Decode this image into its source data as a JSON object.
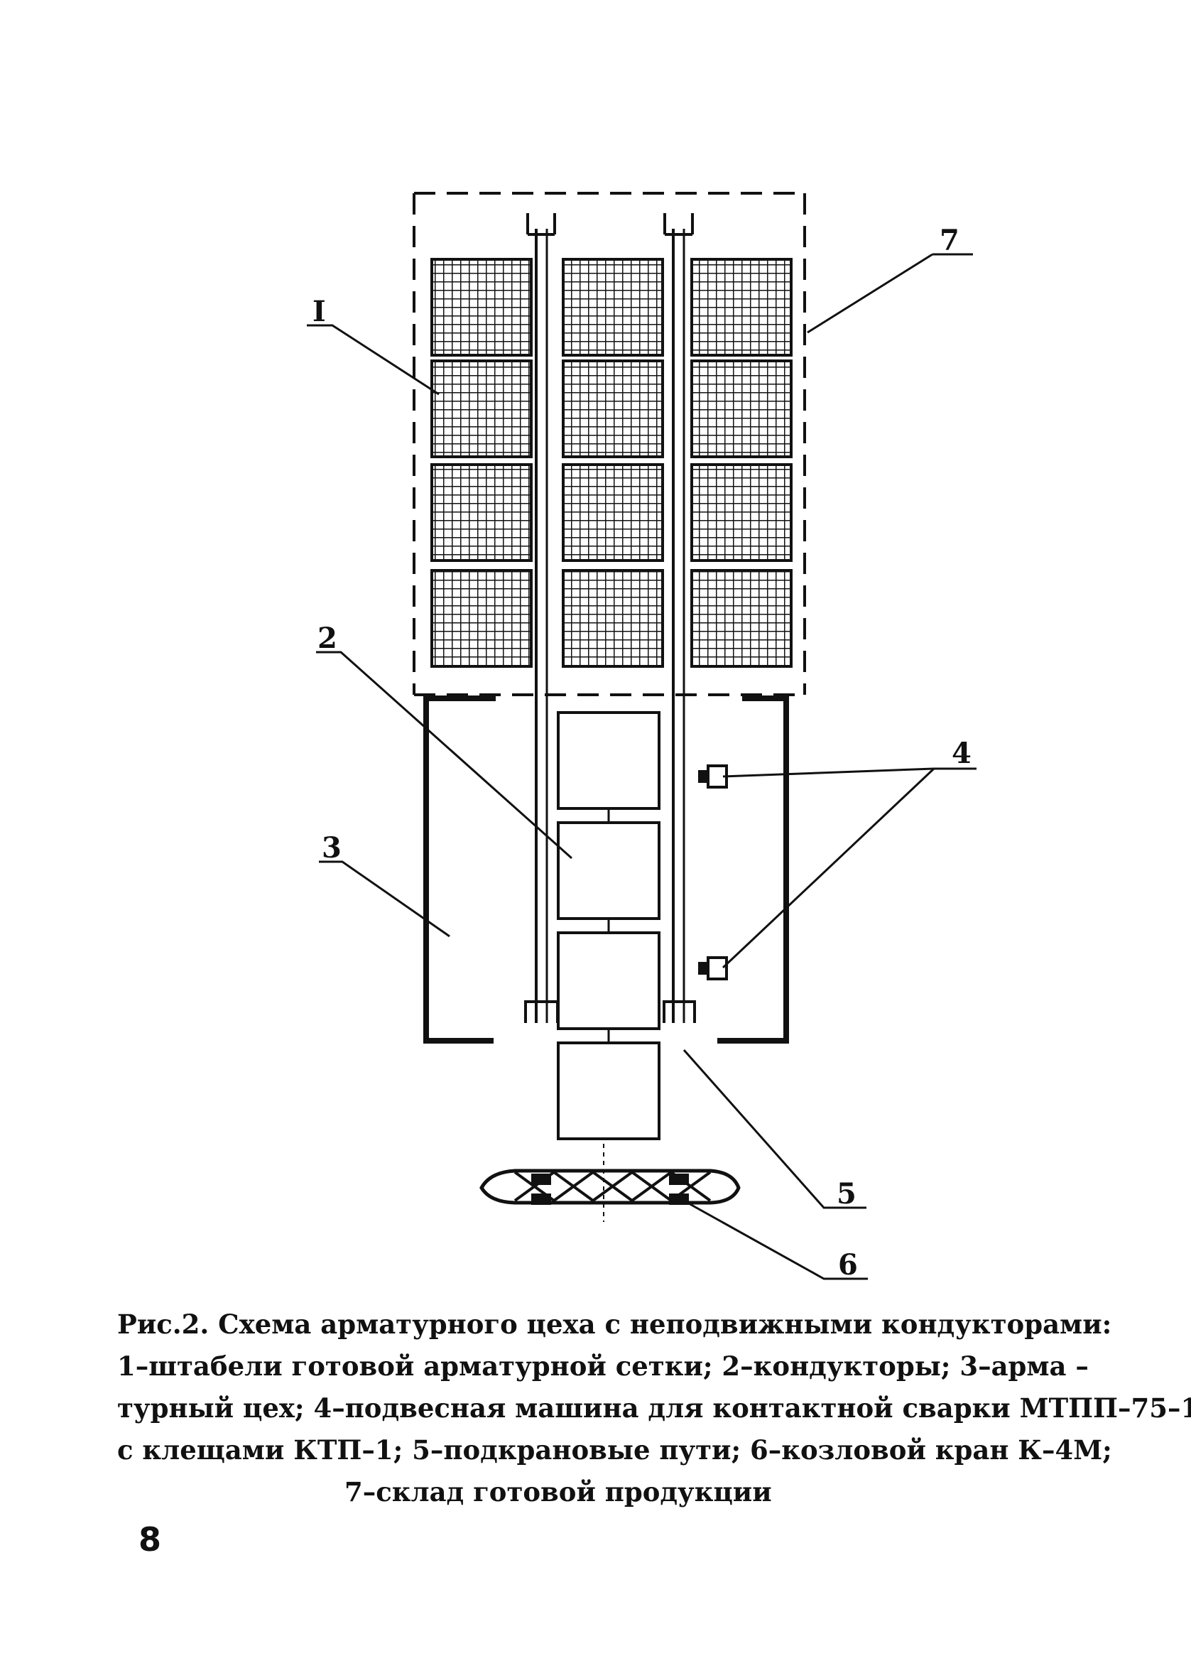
{
  "labels": {
    "l1": "I",
    "l2": "2",
    "l3": "3",
    "l4": "4",
    "l5": "5",
    "l6": "6",
    "l7": "7"
  },
  "caption": {
    "line1": "Рис.2. Схема арматурного цеха с неподвижными кондукторами:",
    "line2": "1–штабели готовой арматурной сетки; 2–кондукторы; 3–арма –",
    "line3": "турный цех; 4–подвесная машина для контактной сварки МТПП–75–1",
    "line4": "с клещами КТП–1; 5–подкрановые пути; 6–козловой кран К–4М;",
    "line5": "7–склад готовой продукции"
  },
  "page_number": "8"
}
